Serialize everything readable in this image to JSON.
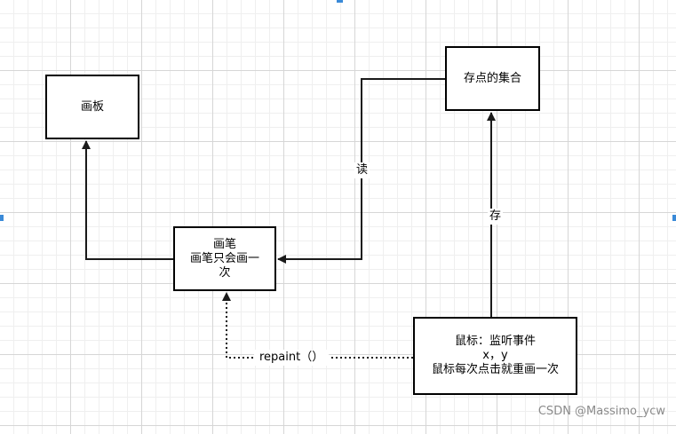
{
  "nodes": {
    "board": {
      "label": "画板"
    },
    "points": {
      "label": "存点的集合"
    },
    "brush": {
      "line1": "画笔",
      "line2": "画笔只会画一次"
    },
    "mouse": {
      "line1": "鼠标：监听事件",
      "line2": "x，y",
      "line3": "鼠标每次点击就重画一次"
    }
  },
  "edges": {
    "read": "读",
    "store": "存",
    "repaint": "repaint（）"
  },
  "watermark": "CSDN @Massimo_ycw",
  "colors": {
    "line": "#1a1a1a",
    "grid": "#d6d6d6"
  }
}
